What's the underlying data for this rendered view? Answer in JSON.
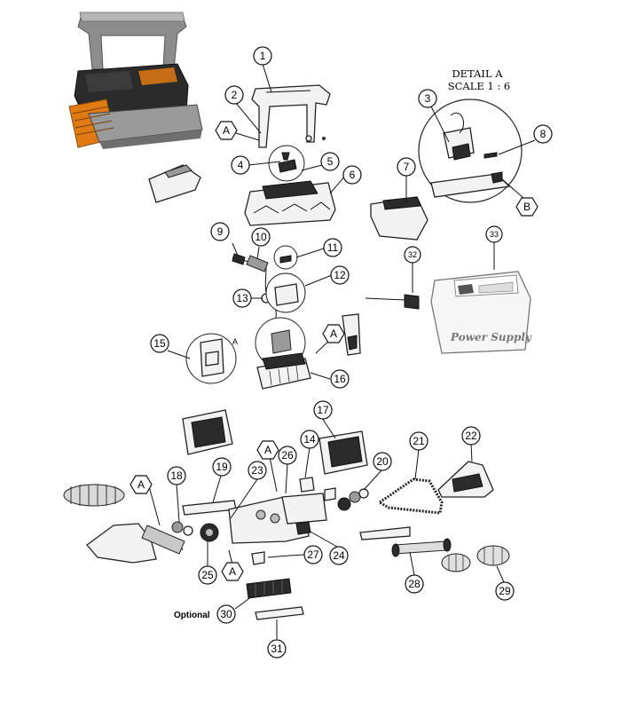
{
  "detail": {
    "title": "DETAIL A",
    "scale": "SCALE 1 : 6"
  },
  "optional_label": "Optional",
  "power_supply_label": "Power Supply",
  "small_ref_label": "A",
  "callouts": [
    "1",
    "2",
    "3",
    "4",
    "5",
    "6",
    "7",
    "8",
    "9",
    "10",
    "11",
    "12",
    "13",
    "14",
    "15",
    "16",
    "17",
    "18",
    "19",
    "20",
    "21",
    "22",
    "23",
    "24",
    "25",
    "26",
    "27",
    "28",
    "29",
    "30",
    "31",
    "32",
    "33"
  ],
  "hex_markers": [
    "A",
    "B",
    "A",
    "A",
    "A",
    "A",
    "A"
  ],
  "colors": {
    "accent": "#e07a12",
    "outline": "#222222",
    "robot_body": "#2b2b2b"
  }
}
